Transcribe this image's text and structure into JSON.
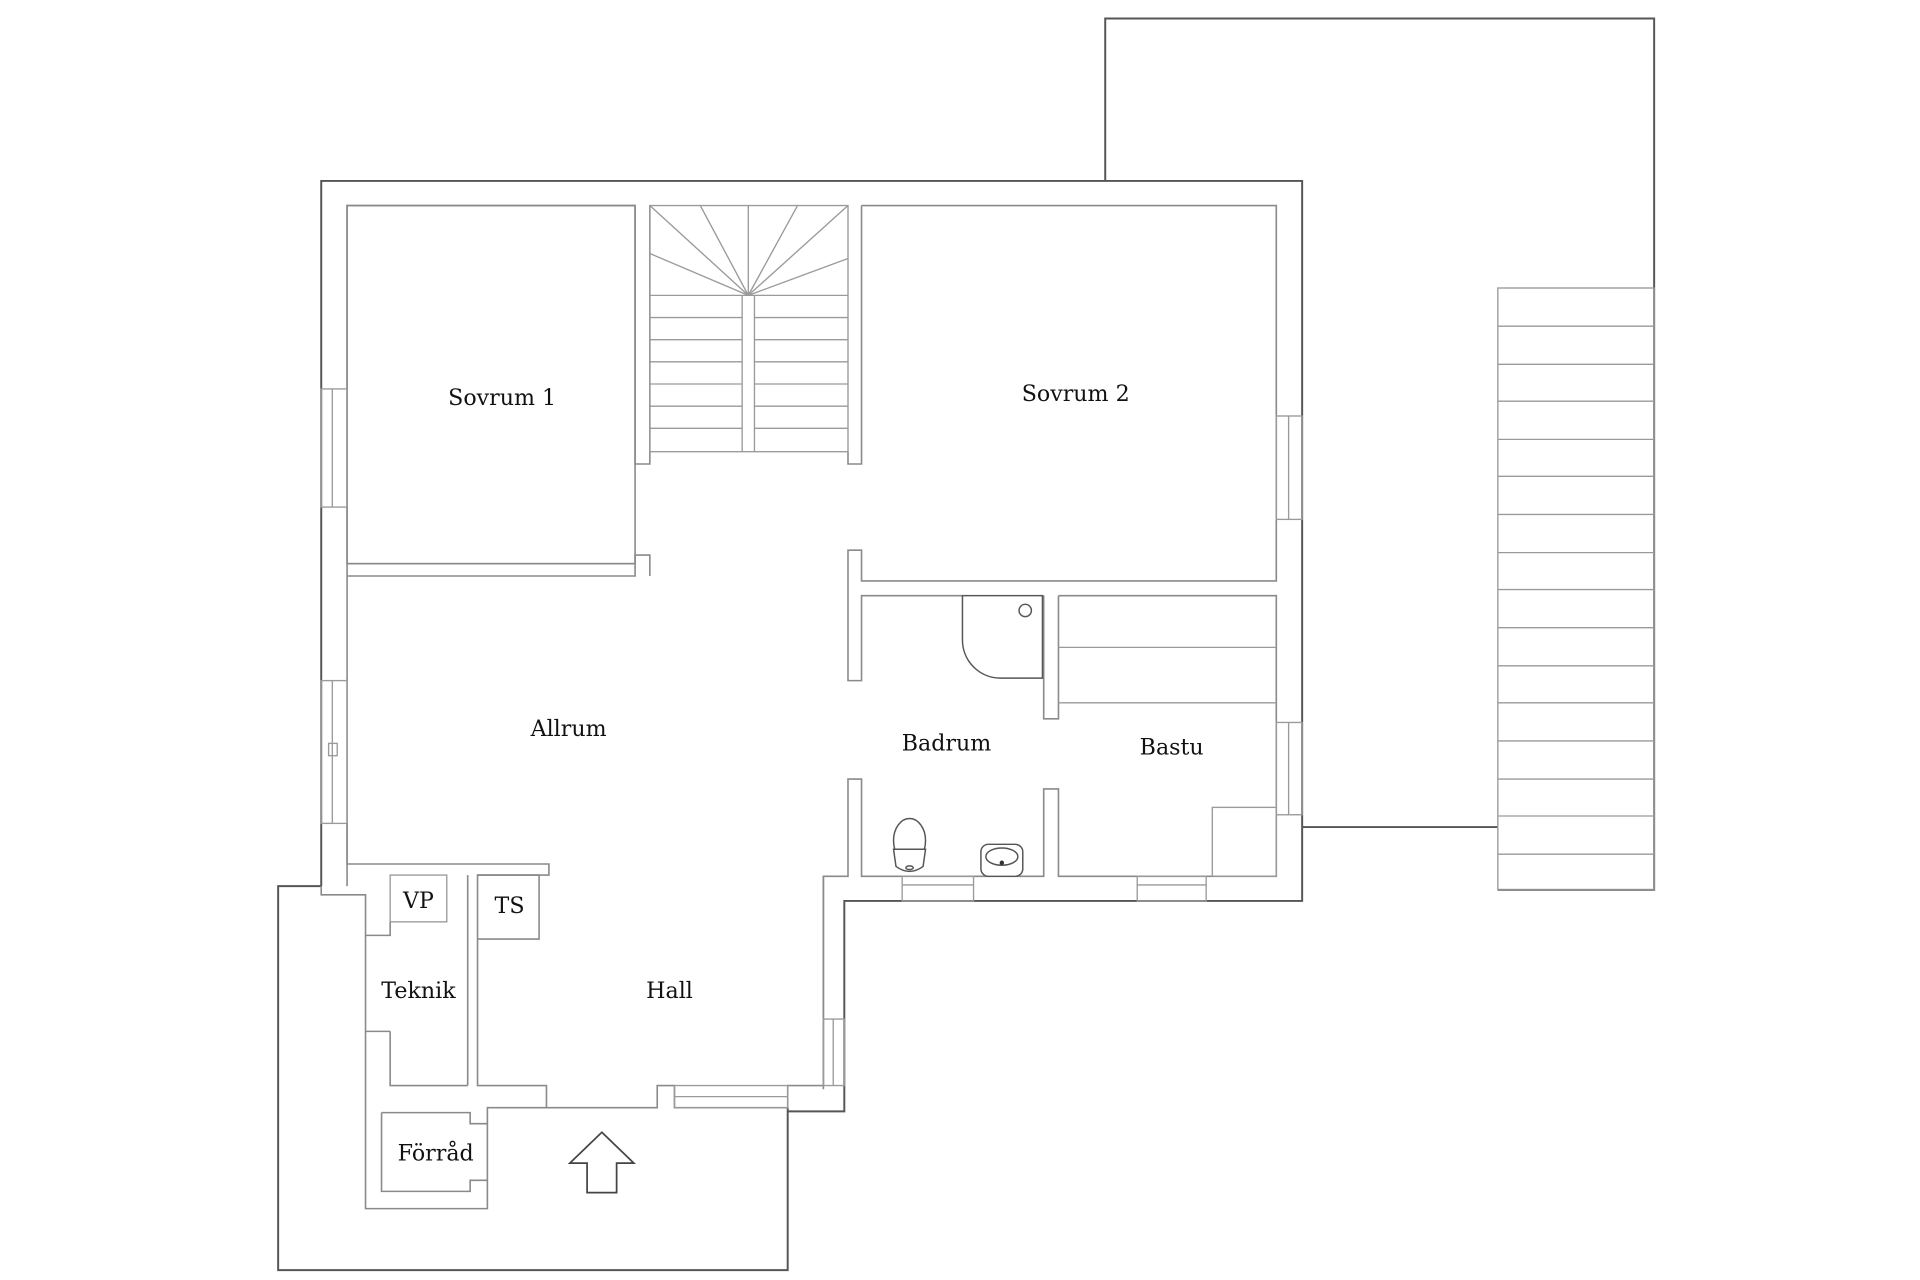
{
  "plan": {
    "title": "Floor plan",
    "colors": {
      "outer_wall": "#555555",
      "inner_wall": "#8a8a8a",
      "text": "#111111",
      "background": "#ffffff"
    },
    "rooms": [
      {
        "id": "sovrum-1",
        "label": "Sovrum 1"
      },
      {
        "id": "sovrum-2",
        "label": "Sovrum 2"
      },
      {
        "id": "allrum",
        "label": "Allrum"
      },
      {
        "id": "badrum",
        "label": "Badrum"
      },
      {
        "id": "bastu",
        "label": "Bastu"
      },
      {
        "id": "vp",
        "label": "VP"
      },
      {
        "id": "ts",
        "label": "TS"
      },
      {
        "id": "teknik",
        "label": "Teknik"
      },
      {
        "id": "hall",
        "label": "Hall"
      },
      {
        "id": "forrad",
        "label": "Förråd"
      }
    ],
    "entrance_icon": "arrow-up-icon",
    "deck_stair_treads": 16,
    "interior_stair_treads": 8
  }
}
